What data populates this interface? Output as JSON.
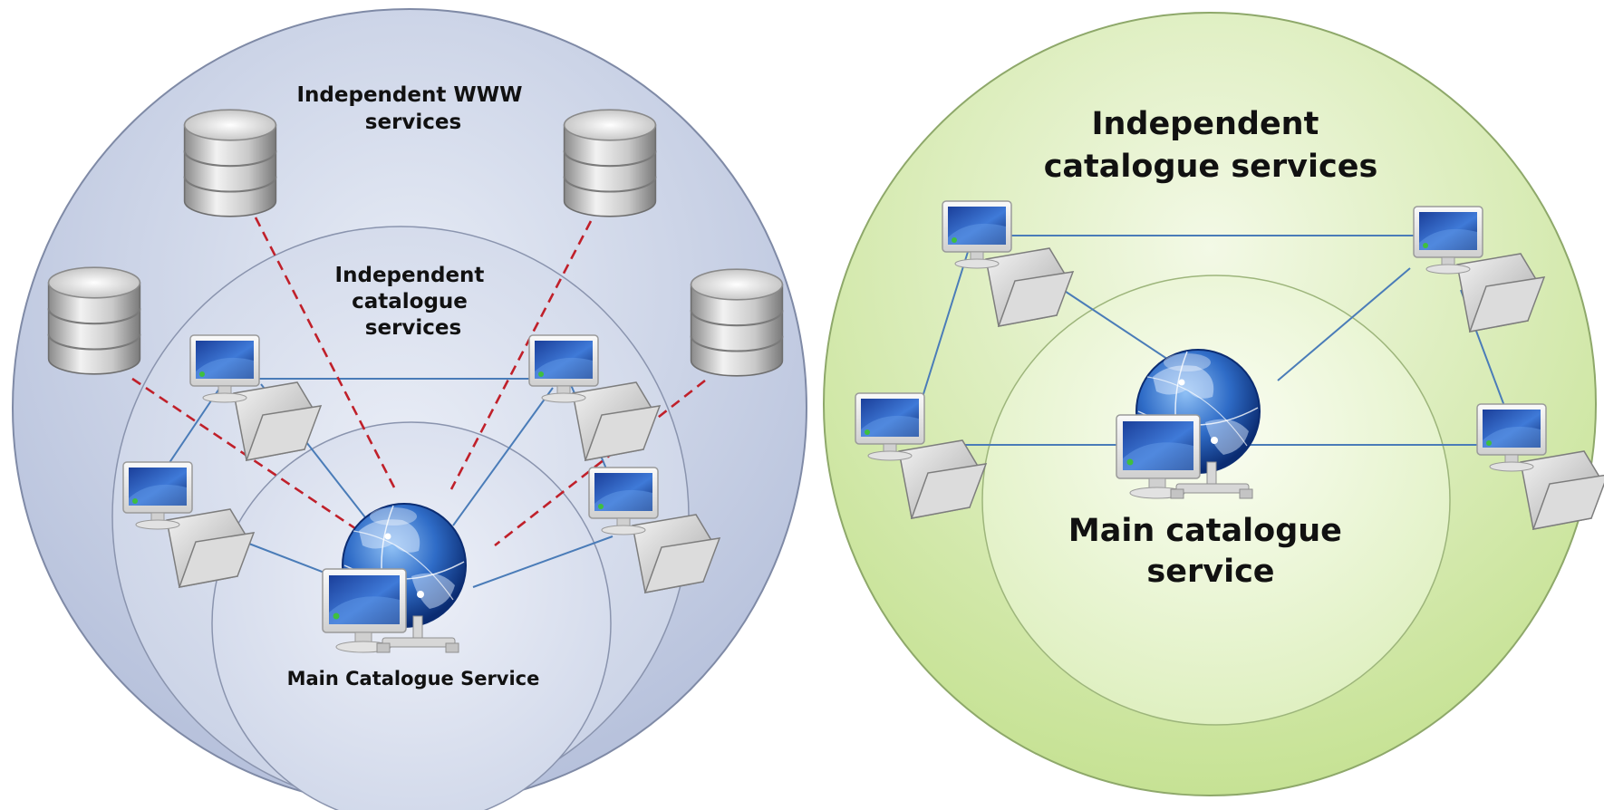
{
  "left_diagram": {
    "label_www": [
      "Independent  WWW",
      "services"
    ],
    "label_catalogue": [
      "Independent",
      "catalogue",
      "services"
    ],
    "label_main": "Main Catalogue Service"
  },
  "right_diagram": {
    "label_catalogue": [
      "Independent",
      "catalogue services"
    ],
    "label_main": [
      "Main catalogue",
      "service"
    ]
  },
  "colors": {
    "left_outer": "#c3cce2",
    "right_outer": "#d2e9a8",
    "blue_link": "#4a7cb8",
    "red_dashed_link": "#c0202a"
  },
  "icons": [
    "database-icon",
    "computer-folder-icon",
    "globe-server-icon"
  ]
}
